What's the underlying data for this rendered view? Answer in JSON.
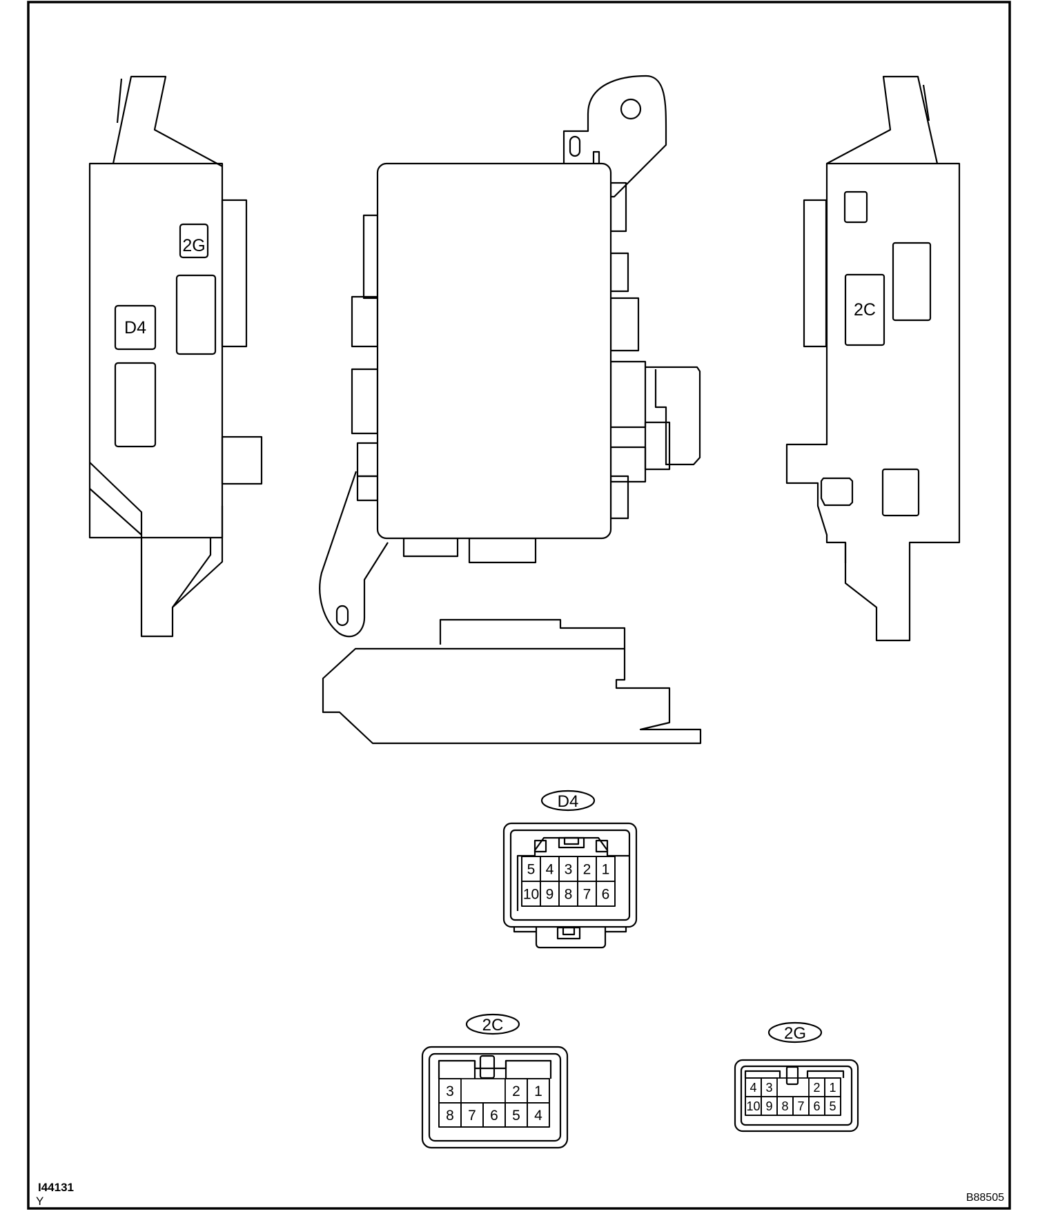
{
  "figure": {
    "ref_left_line1": "I44131",
    "ref_left_line2": "Y",
    "ref_right": "B88505"
  },
  "unit_labels": {
    "left_2g": "2G",
    "left_d4": "D4",
    "right_2c": "2C"
  },
  "connectors": {
    "d4": {
      "label": "D4",
      "row1": [
        "5",
        "4",
        "3",
        "2",
        "1"
      ],
      "row2": [
        "10",
        "9",
        "8",
        "7",
        "6"
      ]
    },
    "c2": {
      "label": "2C",
      "row1": [
        "3",
        "",
        "",
        "2",
        "1"
      ],
      "row2": [
        "8",
        "7",
        "6",
        "5",
        "4"
      ]
    },
    "g2": {
      "label": "2G",
      "row1": [
        "4",
        "3",
        "",
        "",
        "2",
        "1"
      ],
      "row2": [
        "10",
        "9",
        "8",
        "7",
        "6",
        "5"
      ]
    }
  },
  "colors": {
    "ink": "#000000",
    "paper": "#ffffff"
  }
}
